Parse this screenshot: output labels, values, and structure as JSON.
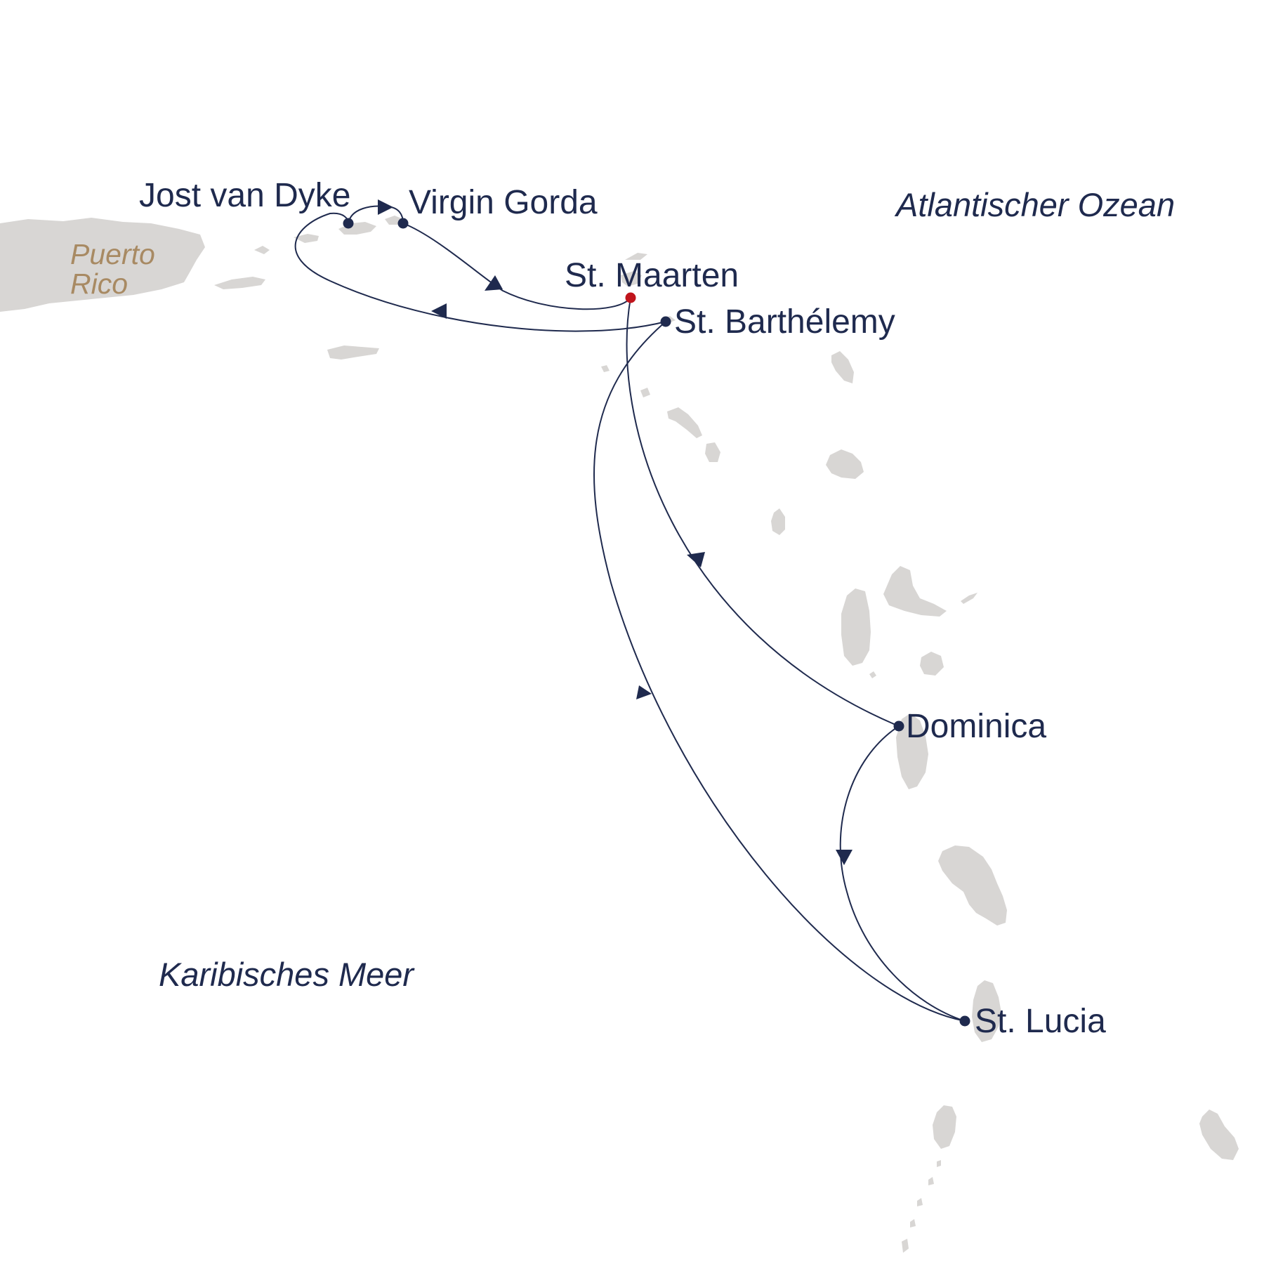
{
  "map": {
    "seas": {
      "atlantic": "Atlantischer Ozean",
      "caribbean": "Karibisches Meer"
    },
    "countries": {
      "puerto_rico_line1": "Puerto",
      "puerto_rico_line2": "Rico"
    },
    "ports": [
      {
        "id": "st-maarten",
        "name": "St. Maarten",
        "start": true
      },
      {
        "id": "jost-van-dyke",
        "name": "Jost van Dyke"
      },
      {
        "id": "virgin-gorda",
        "name": "Virgin Gorda"
      },
      {
        "id": "st-barthelemy",
        "name": "St. Barthélemy"
      },
      {
        "id": "dominica",
        "name": "Dominica"
      },
      {
        "id": "st-lucia",
        "name": "St. Lucia"
      }
    ],
    "colors": {
      "route": "#1f2a4e",
      "land": "#d8d6d4",
      "start_marker": "#c0141c",
      "country_label": "#a88a63"
    }
  }
}
